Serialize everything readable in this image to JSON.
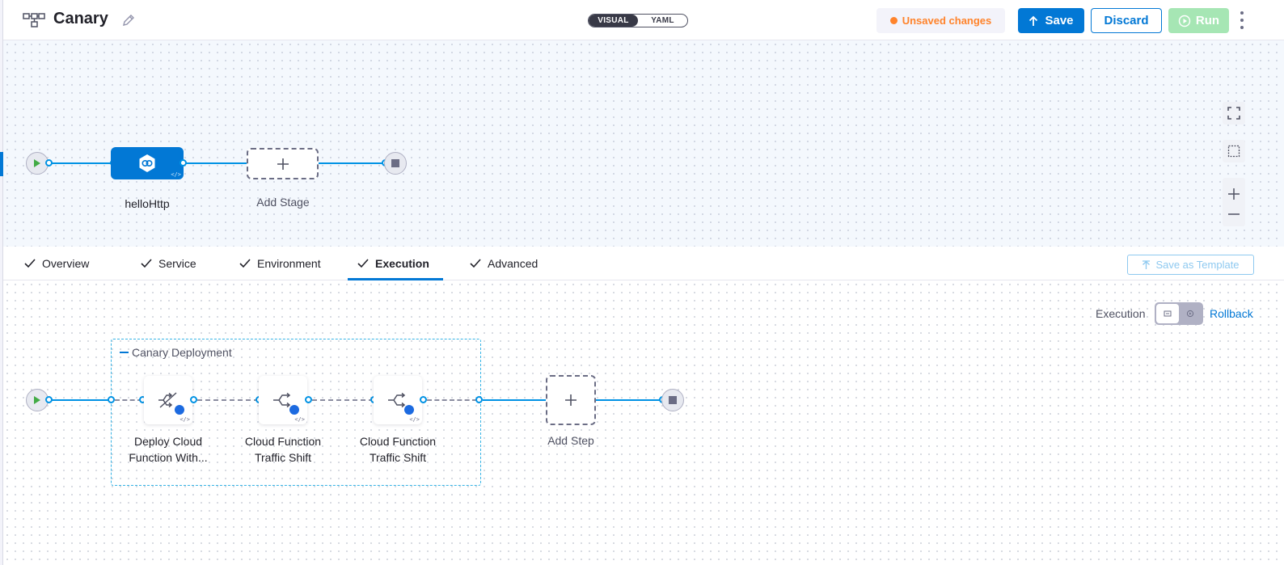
{
  "header": {
    "pipeline_name": "Canary",
    "view_toggle": {
      "visual": "VISUAL",
      "yaml": "YAML",
      "active": "VISUAL"
    },
    "unsaved": "Unsaved changes",
    "save": "Save",
    "discard": "Discard",
    "run": "Run"
  },
  "stage_canvas": {
    "stages": [
      {
        "name": "helloHttp",
        "selected": true
      }
    ],
    "add_stage": "Add Stage",
    "zoom_controls": [
      "expand-icon",
      "select-area-icon",
      "zoom-in-icon",
      "zoom-out-icon"
    ]
  },
  "tabs": {
    "items": [
      {
        "label": "Overview",
        "done": true
      },
      {
        "label": "Service",
        "done": true
      },
      {
        "label": "Environment",
        "done": true
      },
      {
        "label": "Execution",
        "done": true,
        "active": true
      },
      {
        "label": "Advanced",
        "done": true
      }
    ],
    "save_as_template": "Save as Template"
  },
  "execution": {
    "toggle_label": "Execution",
    "rollback_label": "Rollback",
    "group": {
      "title": "Canary Deployment",
      "steps": [
        {
          "line1": "Deploy Cloud",
          "line2": "Function With...",
          "icon": "deploy-cloud-function-icon"
        },
        {
          "line1": "Cloud Function",
          "line2": "Traffic Shift",
          "icon": "traffic-shift-icon"
        },
        {
          "line1": "Cloud Function",
          "line2": "Traffic Shift",
          "icon": "traffic-shift-icon"
        }
      ]
    },
    "add_step": "Add Step"
  },
  "colors": {
    "primary": "#0278d5",
    "connector": "#0092e4",
    "warning": "#ff832b",
    "run_disabled": "#a6e6b4",
    "group_border": "#36b4e6"
  }
}
